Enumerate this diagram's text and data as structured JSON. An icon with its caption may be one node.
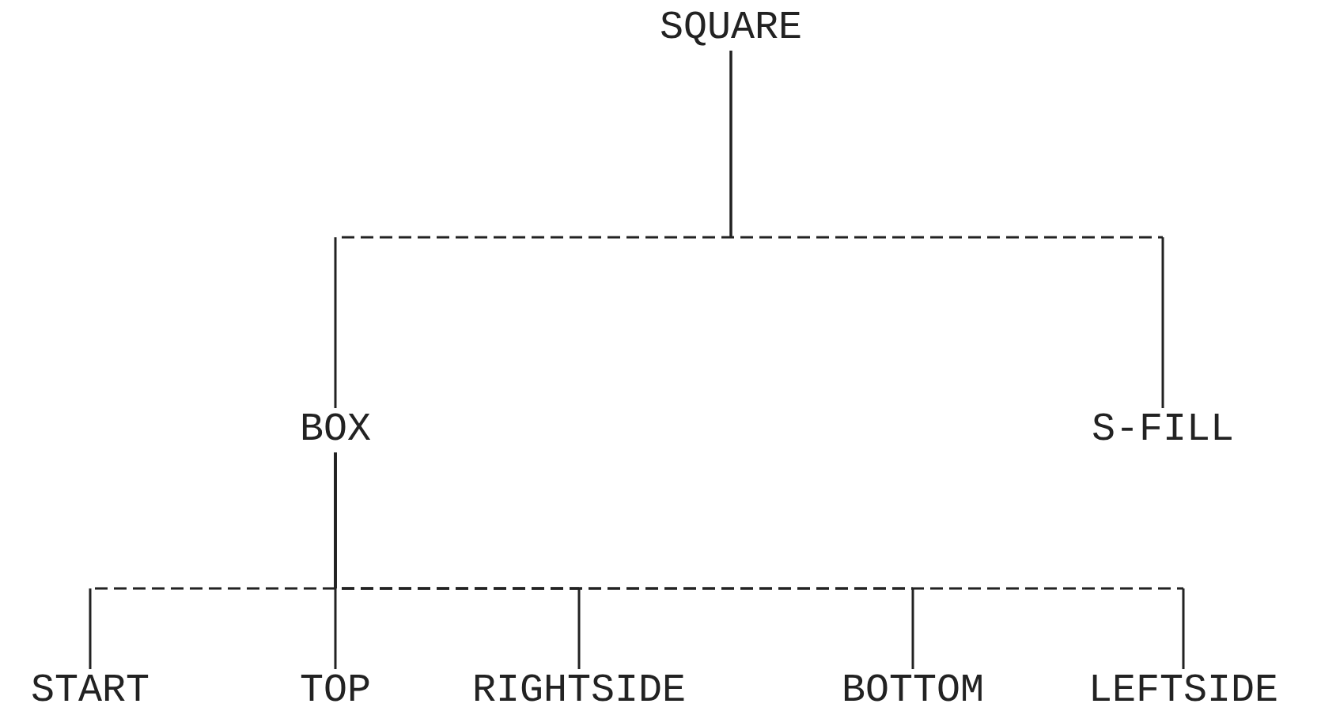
{
  "diagram": {
    "nodes": [
      {
        "text": [
          "SQUARE"
        ]
      },
      {
        "text": [
          "BOX"
        ]
      },
      {
        "text": [
          "S-FILL"
        ]
      },
      {
        "text": [
          "START"
        ]
      },
      {
        "text": [
          "TOP"
        ]
      },
      {
        "text": [
          "RIGHTSIDE"
        ]
      },
      {
        "text": [
          "BOTTOM"
        ]
      },
      {
        "text": [
          "LEFTSIDE"
        ]
      }
    ],
    "edges": [
      {
        "from": 0,
        "to": 1,
        "arrow": "none"
      },
      {
        "from": 0,
        "to": 2,
        "arrow": "none"
      },
      {
        "from": 1,
        "to": 3,
        "arrow": "none"
      },
      {
        "from": 1,
        "to": 4,
        "arrow": "none"
      },
      {
        "from": 1,
        "to": 5,
        "arrow": "none"
      },
      {
        "from": 1,
        "to": 6,
        "arrow": "none"
      },
      {
        "from": 1,
        "to": 7,
        "arrow": "none"
      }
    ]
  }
}
